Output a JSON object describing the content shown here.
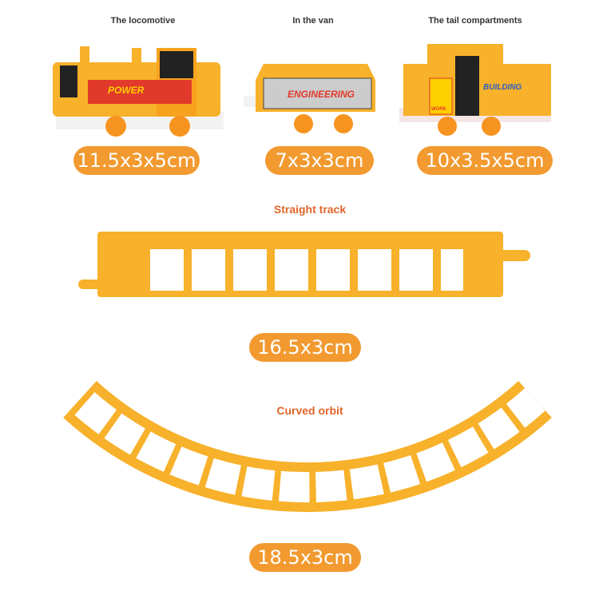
{
  "parts": [
    {
      "caption": "The locomotive",
      "size": "11.5x3x5cm",
      "decal": "POWER"
    },
    {
      "caption": "In the van",
      "size": "7x3x3cm",
      "decal": "ENGINEERING"
    },
    {
      "caption": "The tail compartments",
      "size": "10x3.5x5cm",
      "decal": "BUILDING",
      "sign": "WORK"
    }
  ],
  "straight_track": {
    "title": "Straight track",
    "size": "16.5x3cm"
  },
  "curved_track": {
    "title": "Curved orbit",
    "size": "18.5x3cm"
  },
  "colors": {
    "pill": "#F29A30",
    "heading": "#E0652A",
    "toy": "#F7B12A"
  }
}
